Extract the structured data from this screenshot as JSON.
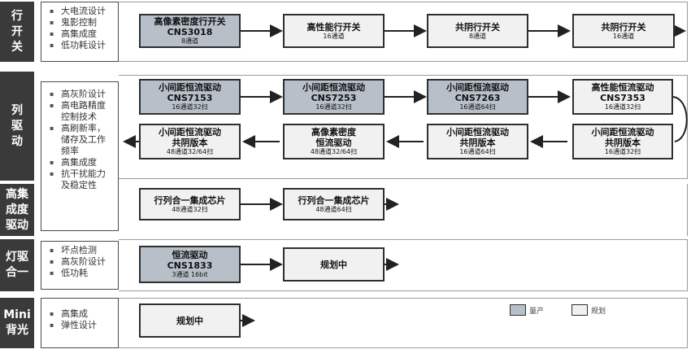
{
  "categories": [
    {
      "id": "row-switch",
      "label": "行\n开\n关"
    },
    {
      "id": "col-driver",
      "label": "列\n驱\n动"
    },
    {
      "id": "hi-integration",
      "label": "高集\n成度\n驱动"
    },
    {
      "id": "light-driver",
      "label": "灯驱\n合一"
    },
    {
      "id": "mini-backlight",
      "label": "Mini\n背光"
    }
  ],
  "features": {
    "row_switch": [
      "大电流设计",
      "鬼影控制",
      "高集成度",
      "低功耗设计"
    ],
    "col_driver": [
      "高灰阶设计",
      "高电路精度\n控制技术",
      "高刷新率，\n储存及工作\n频率",
      "高集成度",
      "抗干扰能力\n及稳定性"
    ],
    "light_driver": [
      "坏点检测",
      "高灰阶设计",
      "低功耗"
    ],
    "mini_backlight": [
      "高集成",
      "弹性设计"
    ]
  },
  "boxes": {
    "rs1": {
      "title": "高像素密度行开关\nCNS3018",
      "sub": "8通道",
      "status": "mass"
    },
    "rs2": {
      "title": "高性能行开关",
      "sub": "16通道",
      "status": "plan"
    },
    "rs3": {
      "title": "共阴行开关",
      "sub": "8通道",
      "status": "plan"
    },
    "rs4": {
      "title": "共阴行开关",
      "sub": "16通道",
      "status": "plan"
    },
    "cd1": {
      "title": "小间距恒流驱动\nCNS7153",
      "sub": "16通道32扫",
      "status": "mass"
    },
    "cd2": {
      "title": "小间距恒流驱动\nCNS7253",
      "sub": "16通道32扫",
      "status": "mass"
    },
    "cd3": {
      "title": "小间距恒流驱动\nCNS7263",
      "sub": "16通道64扫",
      "status": "mass"
    },
    "cd4": {
      "title": "高性能恒流驱动\nCNS7353",
      "sub": "16通道32扫",
      "status": "plan"
    },
    "cd5": {
      "title": "小间距恒流驱动\n共阴版本",
      "sub": "16通道32扫",
      "status": "plan"
    },
    "cd6": {
      "title": "小间距恒流驱动\n共阴版本",
      "sub": "16通道64扫",
      "status": "plan"
    },
    "cd7": {
      "title": "高像素密度\n恒流驱动",
      "sub": "48通道32/64扫",
      "status": "plan"
    },
    "cd8": {
      "title": "小间距恒流驱动\n共阴版本",
      "sub": "48通道32/64扫",
      "status": "plan"
    },
    "hi1": {
      "title": "行列合一集成芯片",
      "sub": "48通道32扫",
      "status": "plan"
    },
    "hi2": {
      "title": "行列合一集成芯片",
      "sub": "48通道64扫",
      "status": "plan"
    },
    "ld1": {
      "title": "恒流驱动\nCNS1833",
      "sub": "3通道 16bit",
      "status": "mass"
    },
    "ld2": {
      "title": "规划中",
      "sub": "",
      "status": "plan"
    },
    "mb1": {
      "title": "规划中",
      "sub": "",
      "status": "plan"
    }
  },
  "legend": {
    "mass": {
      "label": "量产",
      "color": "#b7bfc8"
    },
    "plan": {
      "label": "规划",
      "color": "#f1f1f1"
    }
  }
}
